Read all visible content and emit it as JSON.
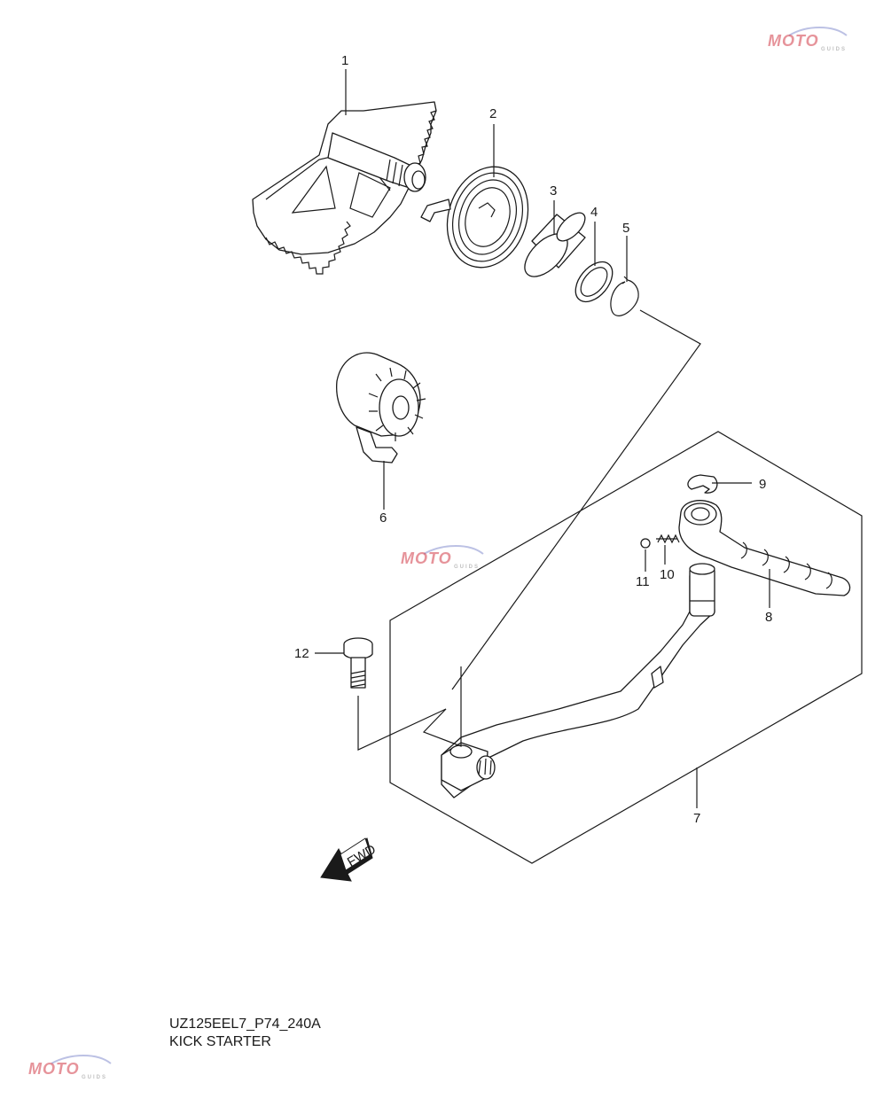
{
  "callouts": {
    "c1": "1",
    "c2": "2",
    "c3": "3",
    "c4": "4",
    "c5": "5",
    "c6": "6",
    "c7": "7",
    "c8": "8",
    "c9": "9",
    "c10": "10",
    "c11": "11",
    "c12": "12"
  },
  "fwd_label": "FWD",
  "caption": {
    "code": "UZ125EEL7_P74_240A",
    "title": "KICK STARTER"
  },
  "watermark": {
    "brand": "MOTO",
    "sub": "GUIDS"
  },
  "colors": {
    "ink": "#1a1a1a",
    "watermark_red": "#d23c48",
    "watermark_blue": "#6a76c4"
  }
}
